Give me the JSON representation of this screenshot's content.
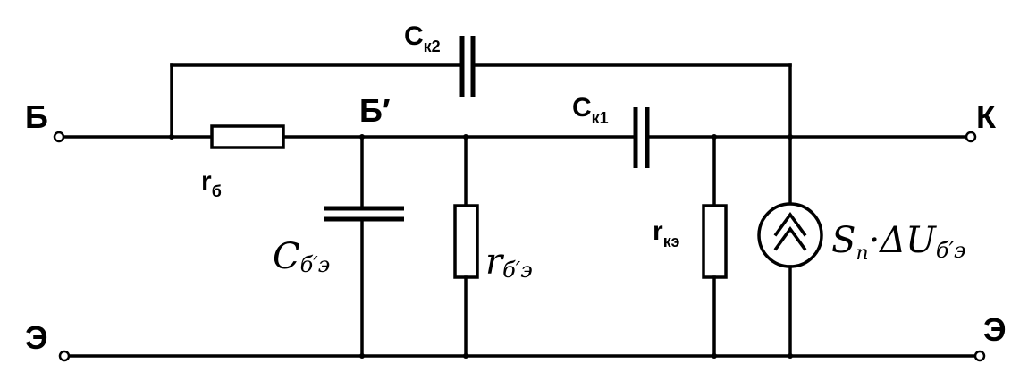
{
  "nodes": {
    "base": "Б",
    "base_internal": "Б′",
    "collector": "К",
    "emitter_left": "Э",
    "emitter_right": "Э"
  },
  "components": {
    "ck2": {
      "main": "C",
      "sub": "к2"
    },
    "ck1": {
      "main": "C",
      "sub": "к1"
    },
    "rb": {
      "main": "r",
      "sub": "б"
    },
    "cbe": {
      "main": "C",
      "sub": "б′э"
    },
    "rbe": {
      "main": "r",
      "sub": "б′э"
    },
    "rke": {
      "main": "r",
      "sub": "кэ"
    },
    "source": {
      "main": "S",
      "sub1": "п",
      "mid": "·ΔU",
      "sub2": "б′э"
    }
  }
}
